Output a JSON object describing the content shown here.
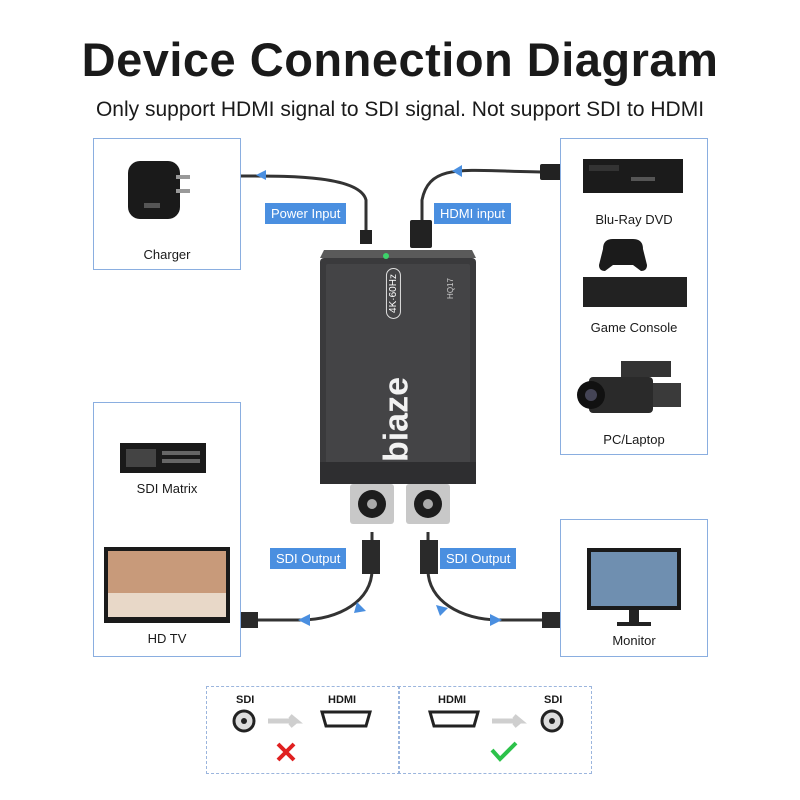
{
  "title": "Device Connection Diagram",
  "subtitle": "Only support HDMI signal to SDI signal. Not support SDI to HDMI",
  "devices": {
    "charger": "Charger",
    "bluray": "Blu-Ray DVD",
    "console": "Game Console",
    "laptop": "PC/Laptop",
    "sdi_matrix": "SDI Matrix",
    "hdtv": "HD TV",
    "monitor": "Monitor"
  },
  "tags": {
    "power": "Power Input",
    "hdmi": "HDMI input",
    "sdi_left": "SDI Output",
    "sdi_right": "SDI Output"
  },
  "unit": {
    "brand": "biaze",
    "badge": "4K·60Hz",
    "model": "HQ17"
  },
  "legend": {
    "left": {
      "from": "SDI",
      "to": "HDMI",
      "status": "unsupported"
    },
    "right": {
      "from": "HDMI",
      "to": "SDI",
      "status": "supported"
    }
  },
  "colors": {
    "accent": "#4a8fe0",
    "border": "#8aaee0",
    "cross": "#e02020",
    "check": "#2cc24a"
  }
}
